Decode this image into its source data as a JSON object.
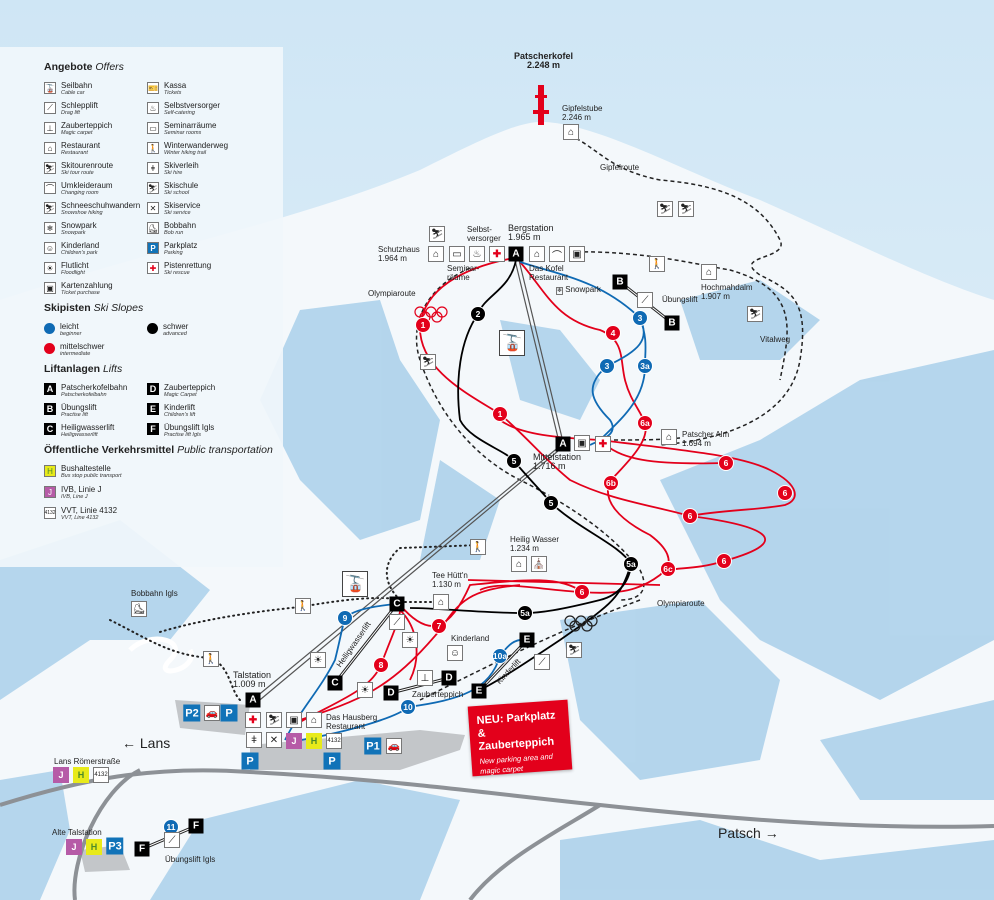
{
  "legend": {
    "offers_title": "Angebote",
    "offers_title_en": "Offers",
    "offers": [
      {
        "de": "Seilbahn",
        "en": "Cable car",
        "icon": "cable-car-icon"
      },
      {
        "de": "Kassa",
        "en": "Tickets",
        "icon": "ticket-icon"
      },
      {
        "de": "Schlepplift",
        "en": "Drag lift",
        "icon": "drag-lift-icon"
      },
      {
        "de": "Selbstversorger",
        "en": "Self-catering",
        "icon": "self-catering-icon"
      },
      {
        "de": "Zauberteppich",
        "en": "Magic carpet",
        "icon": "magic-carpet-icon"
      },
      {
        "de": "Seminarräume",
        "en": "Seminar rooms",
        "icon": "seminar-icon"
      },
      {
        "de": "Restaurant",
        "en": "Restaurant",
        "icon": "restaurant-icon"
      },
      {
        "de": "Winterwanderweg",
        "en": "Winter hiking trail",
        "icon": "hiking-icon"
      },
      {
        "de": "Skitourenroute",
        "en": "Ski tour route",
        "icon": "ski-tour-icon"
      },
      {
        "de": "Skiverleih",
        "en": "Ski hire",
        "icon": "ski-hire-icon"
      },
      {
        "de": "Umkleideraum",
        "en": "Changing room",
        "icon": "hanger-icon"
      },
      {
        "de": "Skischule",
        "en": "Ski school",
        "icon": "ski-school-icon"
      },
      {
        "de": "Schneeschuhwandern",
        "en": "Snowshoe hiking",
        "icon": "snowshoe-icon"
      },
      {
        "de": "Skiservice",
        "en": "Ski service",
        "icon": "ski-service-icon"
      },
      {
        "de": "Snowpark",
        "en": "Snowpark",
        "icon": "snowflake-icon"
      },
      {
        "de": "Bobbahn",
        "en": "Bob run",
        "icon": "bobsleigh-icon"
      },
      {
        "de": "Kinderland",
        "en": "Children's park",
        "icon": "kinderland-icon"
      },
      {
        "de": "Parkplatz",
        "en": "Parking",
        "icon": "parking-icon"
      },
      {
        "de": "Flutlicht",
        "en": "Floodlight",
        "icon": "floodlight-icon"
      },
      {
        "de": "Pistenrettung",
        "en": "Ski rescue",
        "icon": "rescue-cross-icon"
      },
      {
        "de": "Kartenzahlung",
        "en": "Ticket purchase",
        "icon": "card-payment-icon"
      }
    ],
    "slopes_title": "Skipisten",
    "slopes_title_en": "Ski Slopes",
    "slopes": [
      {
        "de": "leicht",
        "en": "beginner",
        "color": "#0f6ab4"
      },
      {
        "de": "schwer",
        "en": "advanced",
        "color": "#000000"
      },
      {
        "de": "mittelschwer",
        "en": "intermediate",
        "color": "#e3001b"
      }
    ],
    "lifts_title": "Liftanlagen",
    "lifts_title_en": "Lifts",
    "lifts": [
      {
        "code": "A",
        "de": "Patscherkofelbahn",
        "en": "Patscherkofelbahn"
      },
      {
        "code": "D",
        "de": "Zauberteppich",
        "en": "Magic Carpet"
      },
      {
        "code": "B",
        "de": "Übungslift",
        "en": "Practise lift"
      },
      {
        "code": "E",
        "de": "Kinderlift",
        "en": "Children's lift"
      },
      {
        "code": "C",
        "de": "Heiligwasserlift",
        "en": "Heiligwasserlift"
      },
      {
        "code": "F",
        "de": "Übungslift Igls",
        "en": "Practise lift Igls"
      }
    ],
    "transport_title": "Öffentliche Verkehrsmittel",
    "transport_title_en": "Public transportation",
    "transport": [
      {
        "badge": "H",
        "de": "Bushaltestelle",
        "en": "Bus stop public transport"
      },
      {
        "badge": "J",
        "de": "IVB, Linie J",
        "en": "IVB, Line J"
      },
      {
        "badge": "4132",
        "de": "VVT, Linie 4132",
        "en": "VVT, Line 4132"
      }
    ]
  },
  "places": {
    "peak": "Patscherkofel",
    "peak_alt": "2.248 m",
    "gipfelstube": "Gipfelstube",
    "gipfelstube_alt": "2.246 m",
    "gipfelroute": "Gipfelroute",
    "bergstation": "Bergstation",
    "bergstation_alt": "1.965 m",
    "schutzhaus": "Schutzhaus",
    "schutzhaus_alt": "1.964 m",
    "selbstversorger": "Selbst-\nversorger",
    "seminar": "Seminar-\nräume",
    "kofel": "Das Kofel\nRestaurant",
    "snowpark": "Snowpark",
    "uebungslift": "Übungslift",
    "hochmahdalm": "Hochmahdalm",
    "hochmahdalm_alt": "1.907 m",
    "olympiaroute": "Olympiaroute",
    "vitalweg": "Vitalweg",
    "patscher_alm": "Patscher Alm",
    "patscher_alm_alt": "1.694 m",
    "mittelstation": "Mittelstation",
    "mittelstation_alt": "1.716 m",
    "heilig_wasser": "Heilig Wasser",
    "heilig_wasser_alt": "1.234 m",
    "tee_huettn": "Tee Hütt'n",
    "tee_huettn_alt": "1.130 m",
    "olympiaroute2": "Olympiaroute",
    "kinderland": "Kinderland",
    "zauberteppich": "Zauberteppich",
    "kinderlift": "Kinderlift",
    "heiligwasserlift": "Heiligwasserlift",
    "talstation": "Talstation",
    "talstation_alt": "1.009 m",
    "hausberg": "Das Hausberg\nRestaurant",
    "bobbahn": "Bobbahn Igls",
    "lans": "← Lans",
    "lans_roemer": "Lans Römerstraße",
    "alte_talstation": "Alte Talstation",
    "uebungslift_igls": "Übungslift Igls",
    "patsch": "Patsch →"
  },
  "promo": {
    "title": "NEU: Parkplatz & Zauberteppich",
    "subtitle": "New parking area and magic carpet"
  },
  "markers": [
    {
      "label": "1",
      "difficulty": "intermediate"
    },
    {
      "label": "1",
      "difficulty": "intermediate"
    },
    {
      "label": "4",
      "difficulty": "intermediate"
    },
    {
      "label": "6a",
      "difficulty": "intermediate"
    },
    {
      "label": "6b",
      "difficulty": "intermediate"
    },
    {
      "label": "6",
      "difficulty": "intermediate"
    },
    {
      "label": "6",
      "difficulty": "intermediate"
    },
    {
      "label": "6",
      "difficulty": "intermediate"
    },
    {
      "label": "6",
      "difficulty": "intermediate"
    },
    {
      "label": "6",
      "difficulty": "intermediate"
    },
    {
      "label": "6c",
      "difficulty": "intermediate"
    },
    {
      "label": "7",
      "difficulty": "intermediate"
    },
    {
      "label": "8",
      "difficulty": "intermediate"
    },
    {
      "label": "3",
      "difficulty": "beginner"
    },
    {
      "label": "3",
      "difficulty": "beginner"
    },
    {
      "label": "3a",
      "difficulty": "beginner"
    },
    {
      "label": "9",
      "difficulty": "beginner"
    },
    {
      "label": "10",
      "difficulty": "beginner"
    },
    {
      "label": "10a",
      "difficulty": "beginner"
    },
    {
      "label": "11",
      "difficulty": "beginner"
    },
    {
      "label": "2",
      "difficulty": "advanced"
    },
    {
      "label": "5",
      "difficulty": "advanced"
    },
    {
      "label": "5",
      "difficulty": "advanced"
    },
    {
      "label": "5a",
      "difficulty": "advanced"
    },
    {
      "label": "5a",
      "difficulty": "advanced"
    }
  ],
  "lift_stations": [
    "A",
    "A",
    "A",
    "B",
    "B",
    "C",
    "C",
    "D",
    "D",
    "E",
    "E",
    "F",
    "F"
  ],
  "parking": [
    "P2",
    "P",
    "P1",
    "P3",
    "P",
    "P"
  ],
  "bus_stops": [
    {
      "type": "j",
      "text": "J"
    },
    {
      "type": "h",
      "text": "H"
    },
    {
      "type": "v",
      "text": "4132"
    },
    {
      "type": "j",
      "text": "J"
    },
    {
      "type": "h",
      "text": "H"
    },
    {
      "type": "v",
      "text": "4132"
    },
    {
      "type": "j",
      "text": "J"
    },
    {
      "type": "h",
      "text": "H"
    }
  ],
  "map_icons": [
    "restaurant-icon",
    "restaurant-icon",
    "seminar-icon",
    "self-catering-icon",
    "rescue-cross-icon",
    "restaurant-icon",
    "hanger-icon",
    "card-payment-icon",
    "ski-school-icon",
    "hiking-icon",
    "restaurant-icon",
    "ski-tour-icon",
    "snowshoe-icon",
    "drag-lift-icon",
    "ski-tour-icon",
    "restaurant-icon",
    "card-payment-icon",
    "rescue-cross-icon",
    "ski-tour-icon",
    "restaurant-icon",
    "chapel-icon",
    "hiking-icon",
    "restaurant-icon",
    "drag-lift-icon",
    "floodlight-icon",
    "floodlight-icon",
    "floodlight-icon",
    "kinderland-icon",
    "magic-carpet-icon",
    "drag-lift-icon",
    "ski-tour-icon",
    "hiking-icon",
    "bobsleigh-icon",
    "hiking-icon",
    "rescue-cross-icon",
    "ski-school-icon",
    "card-payment-icon",
    "restaurant-icon",
    "ski-hire-icon",
    "ski-service-icon",
    "car-icon",
    "car-icon",
    "drag-lift-icon"
  ]
}
